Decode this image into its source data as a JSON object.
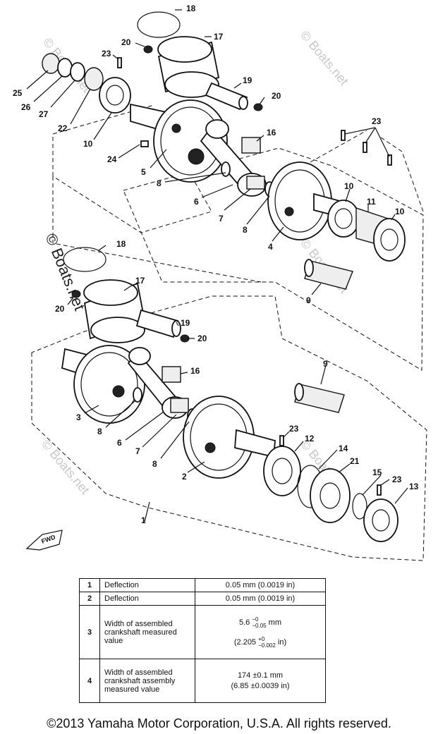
{
  "callouts": [
    "1",
    "2",
    "3",
    "4",
    "5",
    "6",
    "7",
    "8",
    "9",
    "10",
    "11",
    "12",
    "13",
    "14",
    "15",
    "16",
    "17",
    "18",
    "19",
    "20",
    "21",
    "22",
    "23",
    "24",
    "25",
    "26",
    "27"
  ],
  "forward_mark": "FWD",
  "watermark": "© Boats.net",
  "spec_table": {
    "rows": [
      {
        "no": "1",
        "item": "Deflection",
        "value": "0.05 mm (0.0019 in)"
      },
      {
        "no": "2",
        "item": "Deflection",
        "value": "0.05 mm (0.0019 in)"
      },
      {
        "no": "3",
        "item": "Width of assembled crankshaft measured value",
        "value_mm": "5.6",
        "tol_mm_upper": "−0",
        "tol_mm_lower": "−0.05",
        "unit_mm": "mm",
        "value_in": "(2.205",
        "tol_in_upper": "+0",
        "tol_in_lower": "−0.002",
        "unit_in": "in)"
      },
      {
        "no": "4",
        "item": "Width of assembled crankshaft assembly measured value",
        "value_line1": "174 ±0.1 mm",
        "value_line2": "(6.85 ±0.0039 in)"
      }
    ]
  },
  "copyright": "©2013 Yamaha Motor Corporation, U.S.A. All rights reserved."
}
